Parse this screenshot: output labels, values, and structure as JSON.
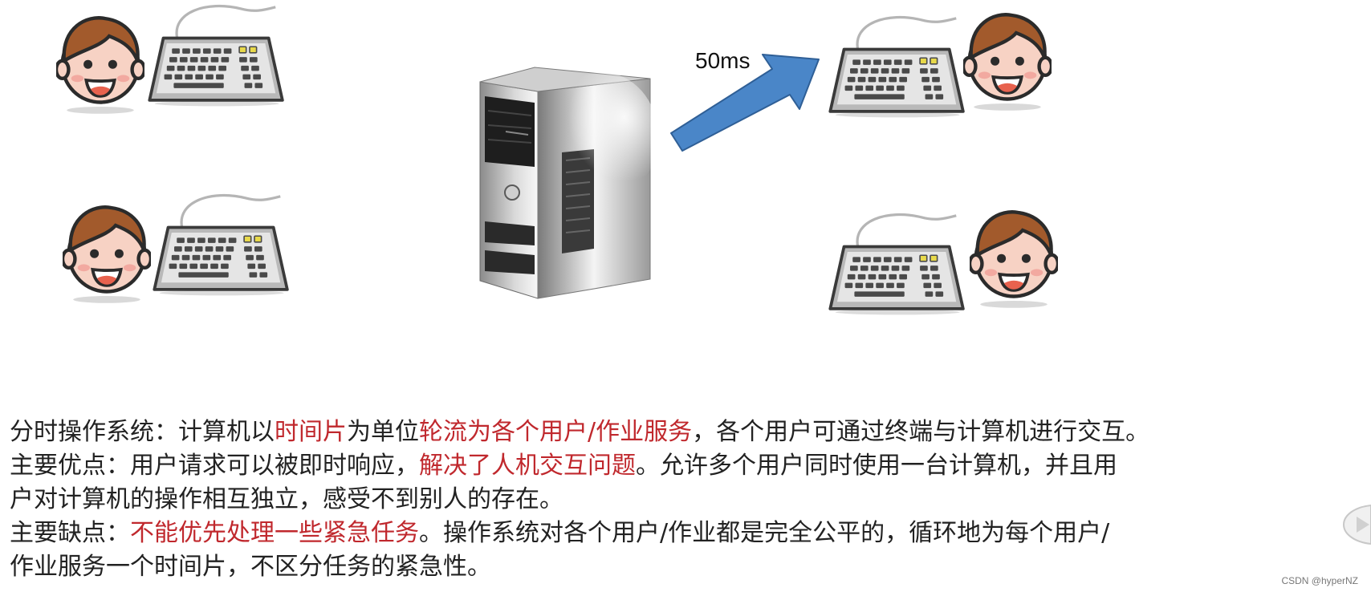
{
  "diagram": {
    "arrow_label": "50ms",
    "users": [
      {
        "id": "user-top-left"
      },
      {
        "id": "user-mid-left"
      },
      {
        "id": "user-top-right"
      },
      {
        "id": "user-mid-right"
      }
    ],
    "server": "server-tower-icon",
    "arrow_color": "#4a86c8",
    "face_color": "#f7d2c4",
    "hair_color": "#a25a2c"
  },
  "text": {
    "line1": {
      "a": "分时操作系统：计算机以",
      "b": "时间片",
      "c": "为单位",
      "d": "轮流为各个用户/作业服务",
      "e": "，各个用户可通过终端与计算机进行交互。"
    },
    "line2": {
      "a": "主要优点：用户请求可以被即时响应，",
      "b": "解决了人机交互问题",
      "c": "。允许多个用户同时使用一台计算机，并且用"
    },
    "line3": "户对计算机的操作相互独立，感受不到别人的存在。",
    "line4": {
      "a": "主要缺点：",
      "b": "不能优先处理一些紧急任务",
      "c": "。操作系统对各个用户/作业都是完全公平的，循环地为每个用户/"
    },
    "line5": "作业服务一个时间片，不区分任务的紧急性。",
    "highlight_color": "#c0282d"
  },
  "watermark": "CSDN @hyperNZ"
}
